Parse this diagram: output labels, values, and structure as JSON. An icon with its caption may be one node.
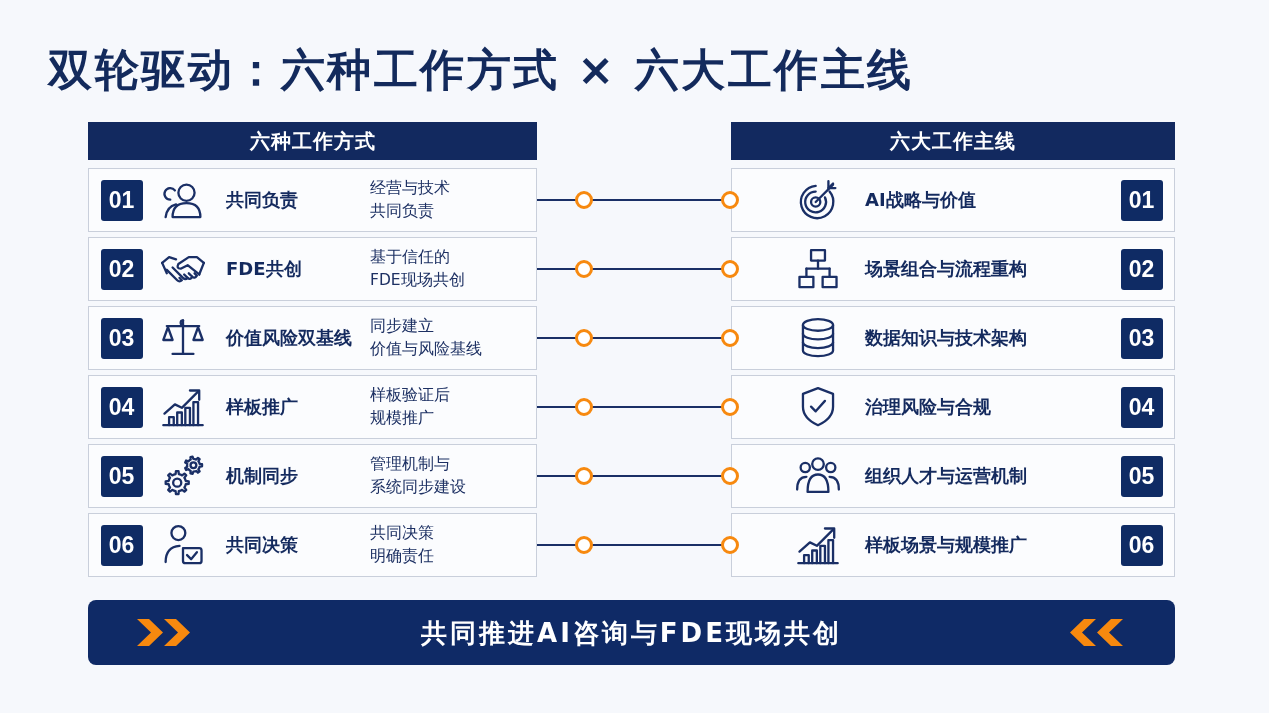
{
  "diagram": {
    "title": "双轮驱动：六种工作方式 × 六大工作主线",
    "nodes": [
      {
        "text": [
          "六种工作方式"
        ]
      },
      {
        "text": [
          "六大工作主线"
        ]
      },
      {
        "text": [
          "共同负责",
          "经营与技术共同负责"
        ]
      },
      {
        "text": [
          "01"
        ],
        "in": 2
      },
      {
        "text": [
          "AI战略与价值"
        ]
      },
      {
        "text": [
          "01"
        ],
        "in": 4
      },
      {
        "text": [
          "FDE共创",
          "基于信任的FDE现场共创"
        ]
      },
      {
        "text": [
          "02"
        ],
        "in": 6
      },
      {
        "text": [
          "场景组合与流程重构"
        ]
      },
      {
        "text": [
          "02"
        ],
        "in": 8
      },
      {
        "text": [
          "价值风险双基线",
          "同步建立价值与风险基线"
        ]
      },
      {
        "text": [
          "03"
        ],
        "in": 10
      },
      {
        "text": [
          "数据知识与技术架构"
        ]
      },
      {
        "text": [
          "03"
        ],
        "in": 12
      },
      {
        "text": [
          "样板推广",
          "样板验证后规模推广"
        ]
      },
      {
        "text": [
          "04"
        ],
        "in": 14
      },
      {
        "text": [
          "治理风险与合规"
        ]
      },
      {
        "text": [
          "04"
        ],
        "in": 16
      },
      {
        "text": [
          "机制同步",
          "管理机制与系统同步建设"
        ]
      },
      {
        "text": [
          "05"
        ],
        "in": 18
      },
      {
        "text": [
          "组织人才与运营机制"
        ]
      },
      {
        "text": [
          "05"
        ],
        "in": 20
      },
      {
        "text": [
          "共同决策",
          "共同决策明确责任"
        ]
      },
      {
        "text": [
          "06"
        ],
        "in": 22
      },
      {
        "text": [
          "样板场景与规模推广"
        ]
      },
      {
        "text": [
          "06"
        ],
        "in": 24
      },
      {
        "text": [
          "共同推进AI咨询与FDE现场共创"
        ]
      }
    ],
    "edges": [
      {
        "from": 2,
        "to": 4,
        "arrow": "other"
      },
      {
        "from": 6,
        "to": 8,
        "arrow": "other"
      },
      {
        "from": 10,
        "to": 12,
        "arrow": "other"
      },
      {
        "from": 14,
        "to": 16,
        "arrow": "other"
      },
      {
        "from": 18,
        "to": 20,
        "arrow": "other"
      },
      {
        "from": 22,
        "to": 24,
        "arrow": "other"
      }
    ]
  }
}
